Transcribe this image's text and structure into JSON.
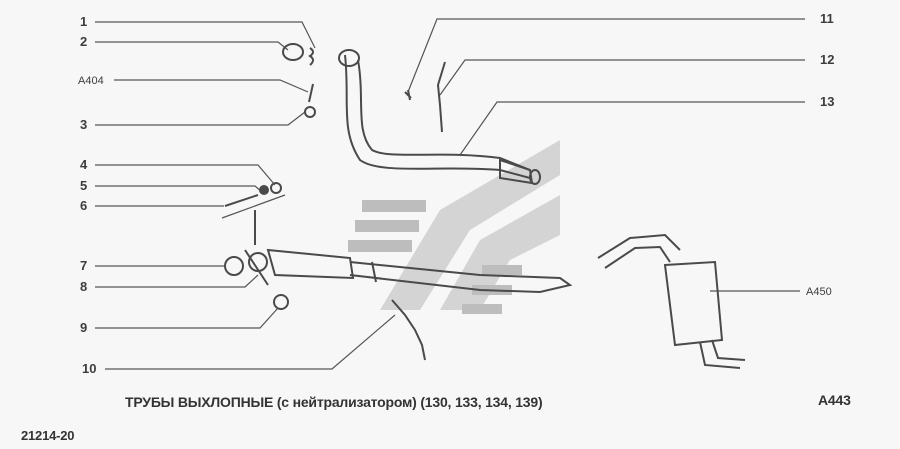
{
  "diagram": {
    "caption": "ТРУБЫ ВЫХЛОПНЫЕ (с нейтрализатором) (130, 133, 134, 139)",
    "sheet_code": "А443",
    "drawing_number": "21214-20",
    "callouts": {
      "c1": "1",
      "c2": "2",
      "a404": "A404",
      "c3": "3",
      "c4": "4",
      "c5": "5",
      "c6": "6",
      "c7": "7",
      "c8": "8",
      "c9": "9",
      "c10": "10",
      "c11": "11",
      "c12": "12",
      "c13": "13",
      "a450": "A450"
    },
    "colors": {
      "line": "#555555",
      "watermark": "#cfcfcf",
      "background": "#f7f7f7"
    }
  }
}
